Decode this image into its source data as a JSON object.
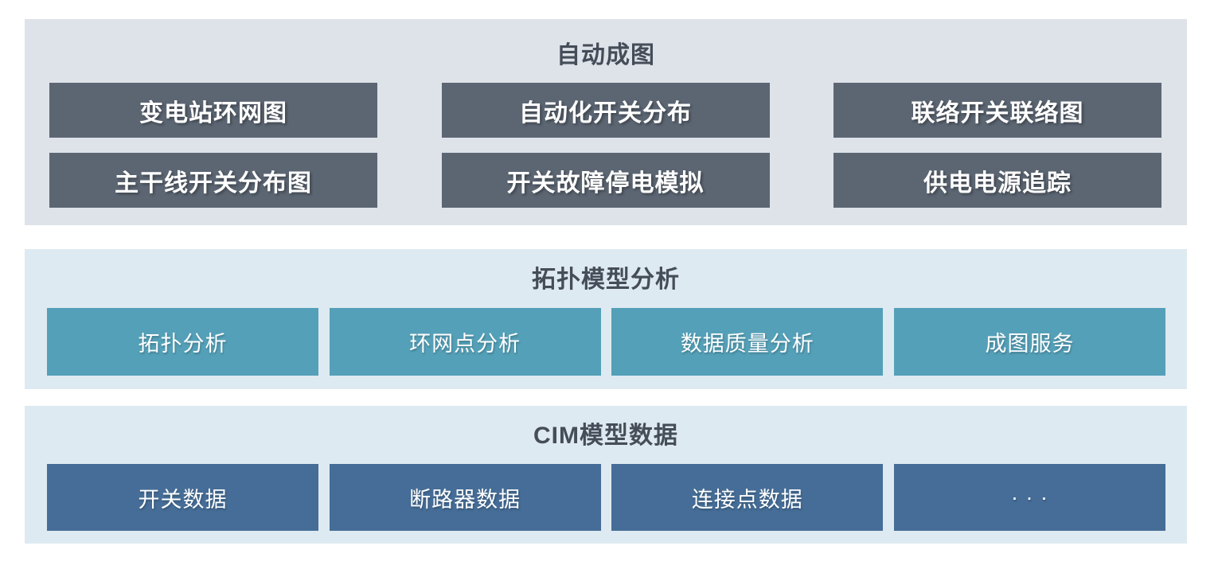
{
  "page": {
    "background": "#ffffff",
    "title_color": "#454d59",
    "chip_text_color": "#ffffff"
  },
  "sections": [
    {
      "id": "auto-mapping",
      "title": "自动成图",
      "background": "#dee2e9",
      "chip_color": "#5c6673",
      "buttons": [
        "变电站环网图",
        "自动化开关分布",
        "联络开关联络图",
        "主干线开关分布图",
        "开关故障停电模拟",
        "供电电源追踪"
      ]
    },
    {
      "id": "topology-model-analysis",
      "title": "拓扑模型分析",
      "background": "#deeaf1",
      "chip_color": "#54a0b8",
      "buttons": [
        "拓扑分析",
        "环网点分析",
        "数据质量分析",
        "成图服务"
      ]
    },
    {
      "id": "cim-model-data",
      "title": "CIM模型数据",
      "background": "#deeaf1",
      "chip_color": "#456d97",
      "buttons": [
        "开关数据",
        "断路器数据",
        "连接点数据",
        "· · ·"
      ]
    }
  ]
}
